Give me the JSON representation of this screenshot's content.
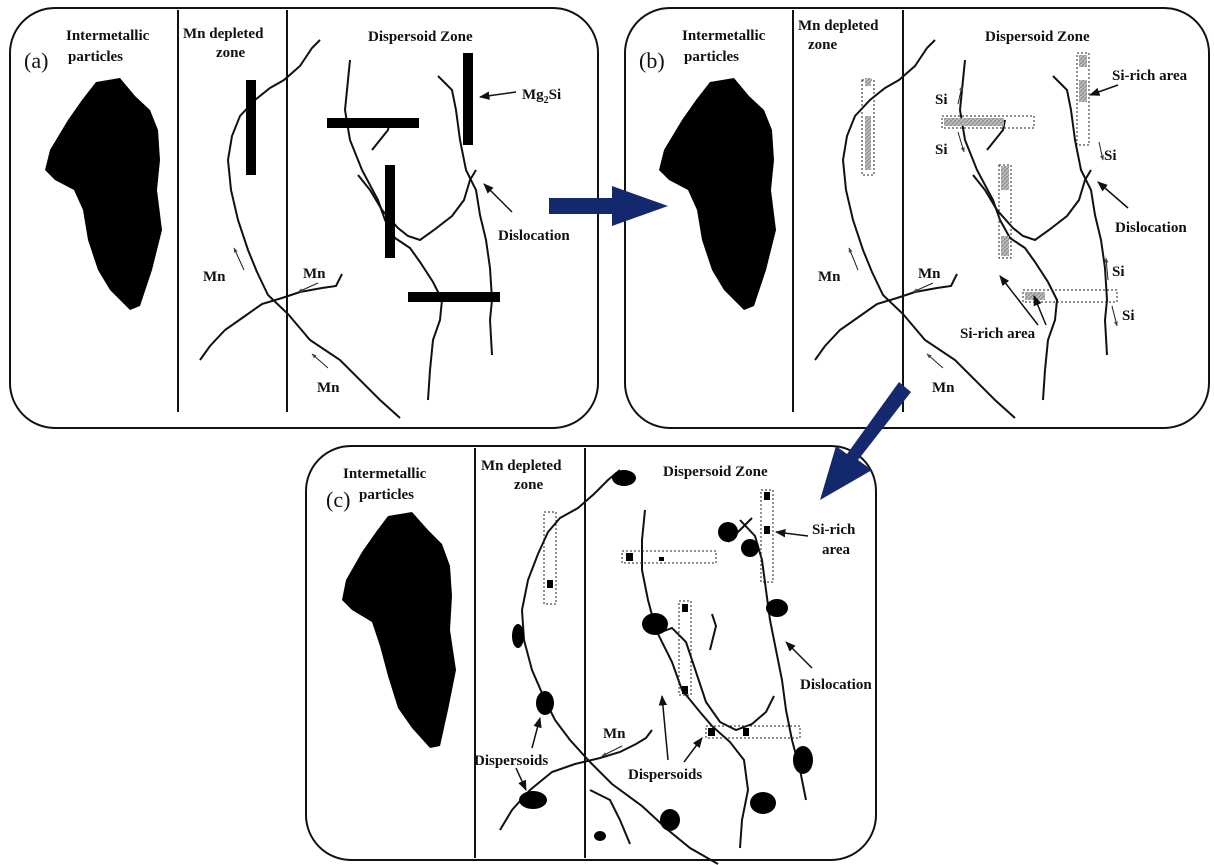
{
  "panels": {
    "a": {
      "tag": "(a)",
      "intermetallic_1": "Intermetallic",
      "intermetallic_2": "particles",
      "mn_depleted_1": "Mn depleted",
      "mn_depleted_2": "zone",
      "dispersoid_zone": "Dispersoid Zone",
      "mg2si_base": "Mg",
      "mg2si_sub": "2",
      "mg2si_tail": "Si",
      "dislocation": "Dislocation",
      "mn_1": "Mn",
      "mn_2": "Mn",
      "mn_3": "Mn"
    },
    "b": {
      "tag": "(b)",
      "intermetallic_1": "Intermetallic",
      "intermetallic_2": "particles",
      "mn_depleted_1": "Mn depleted",
      "mn_depleted_2": "zone",
      "dispersoid_zone": "Dispersoid Zone",
      "si_rich_area_top": "Si-rich area",
      "si_rich_area_bottom": "Si-rich area",
      "dislocation": "Dislocation",
      "si_1": "Si",
      "si_2": "Si",
      "si_3": "Si",
      "si_4": "Si",
      "si_5": "Si",
      "mn_1": "Mn",
      "mn_2": "Mn",
      "mn_3": "Mn"
    },
    "c": {
      "tag": "(c)",
      "intermetallic_1": "Intermetallic",
      "intermetallic_2": "particles",
      "mn_depleted_1": "Mn depleted",
      "mn_depleted_2": "zone",
      "dispersoid_zone": "Dispersoid Zone",
      "si_rich_1": "Si-rich",
      "si_rich_2": "area",
      "dislocation": "Dislocation",
      "dispersoids_left": "Dispersoids",
      "dispersoids_right": "Dispersoids",
      "mn": "Mn"
    }
  },
  "colors": {
    "arrow": "#14286e",
    "ink": "#111111"
  }
}
